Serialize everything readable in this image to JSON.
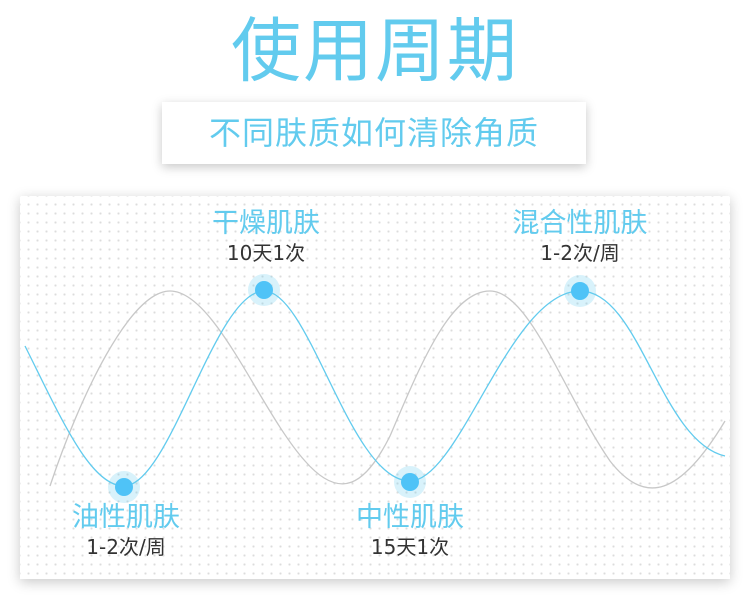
{
  "header": {
    "title": "使用周期",
    "subtitle": "不同肤质如何清除角质"
  },
  "skin_types": [
    {
      "name": "干燥肌肤",
      "frequency": "10天1次"
    },
    {
      "name": "混合性肌肤",
      "frequency": "1-2次/周"
    },
    {
      "name": "油性肌肤",
      "frequency": "1-2次/周"
    },
    {
      "name": "中性肌肤",
      "frequency": "15天1次"
    }
  ],
  "colors": {
    "accent": "#62cbee",
    "marker": "#4fc3f7",
    "grey_wave": "#c8c8c8",
    "text_dark": "#333333"
  }
}
